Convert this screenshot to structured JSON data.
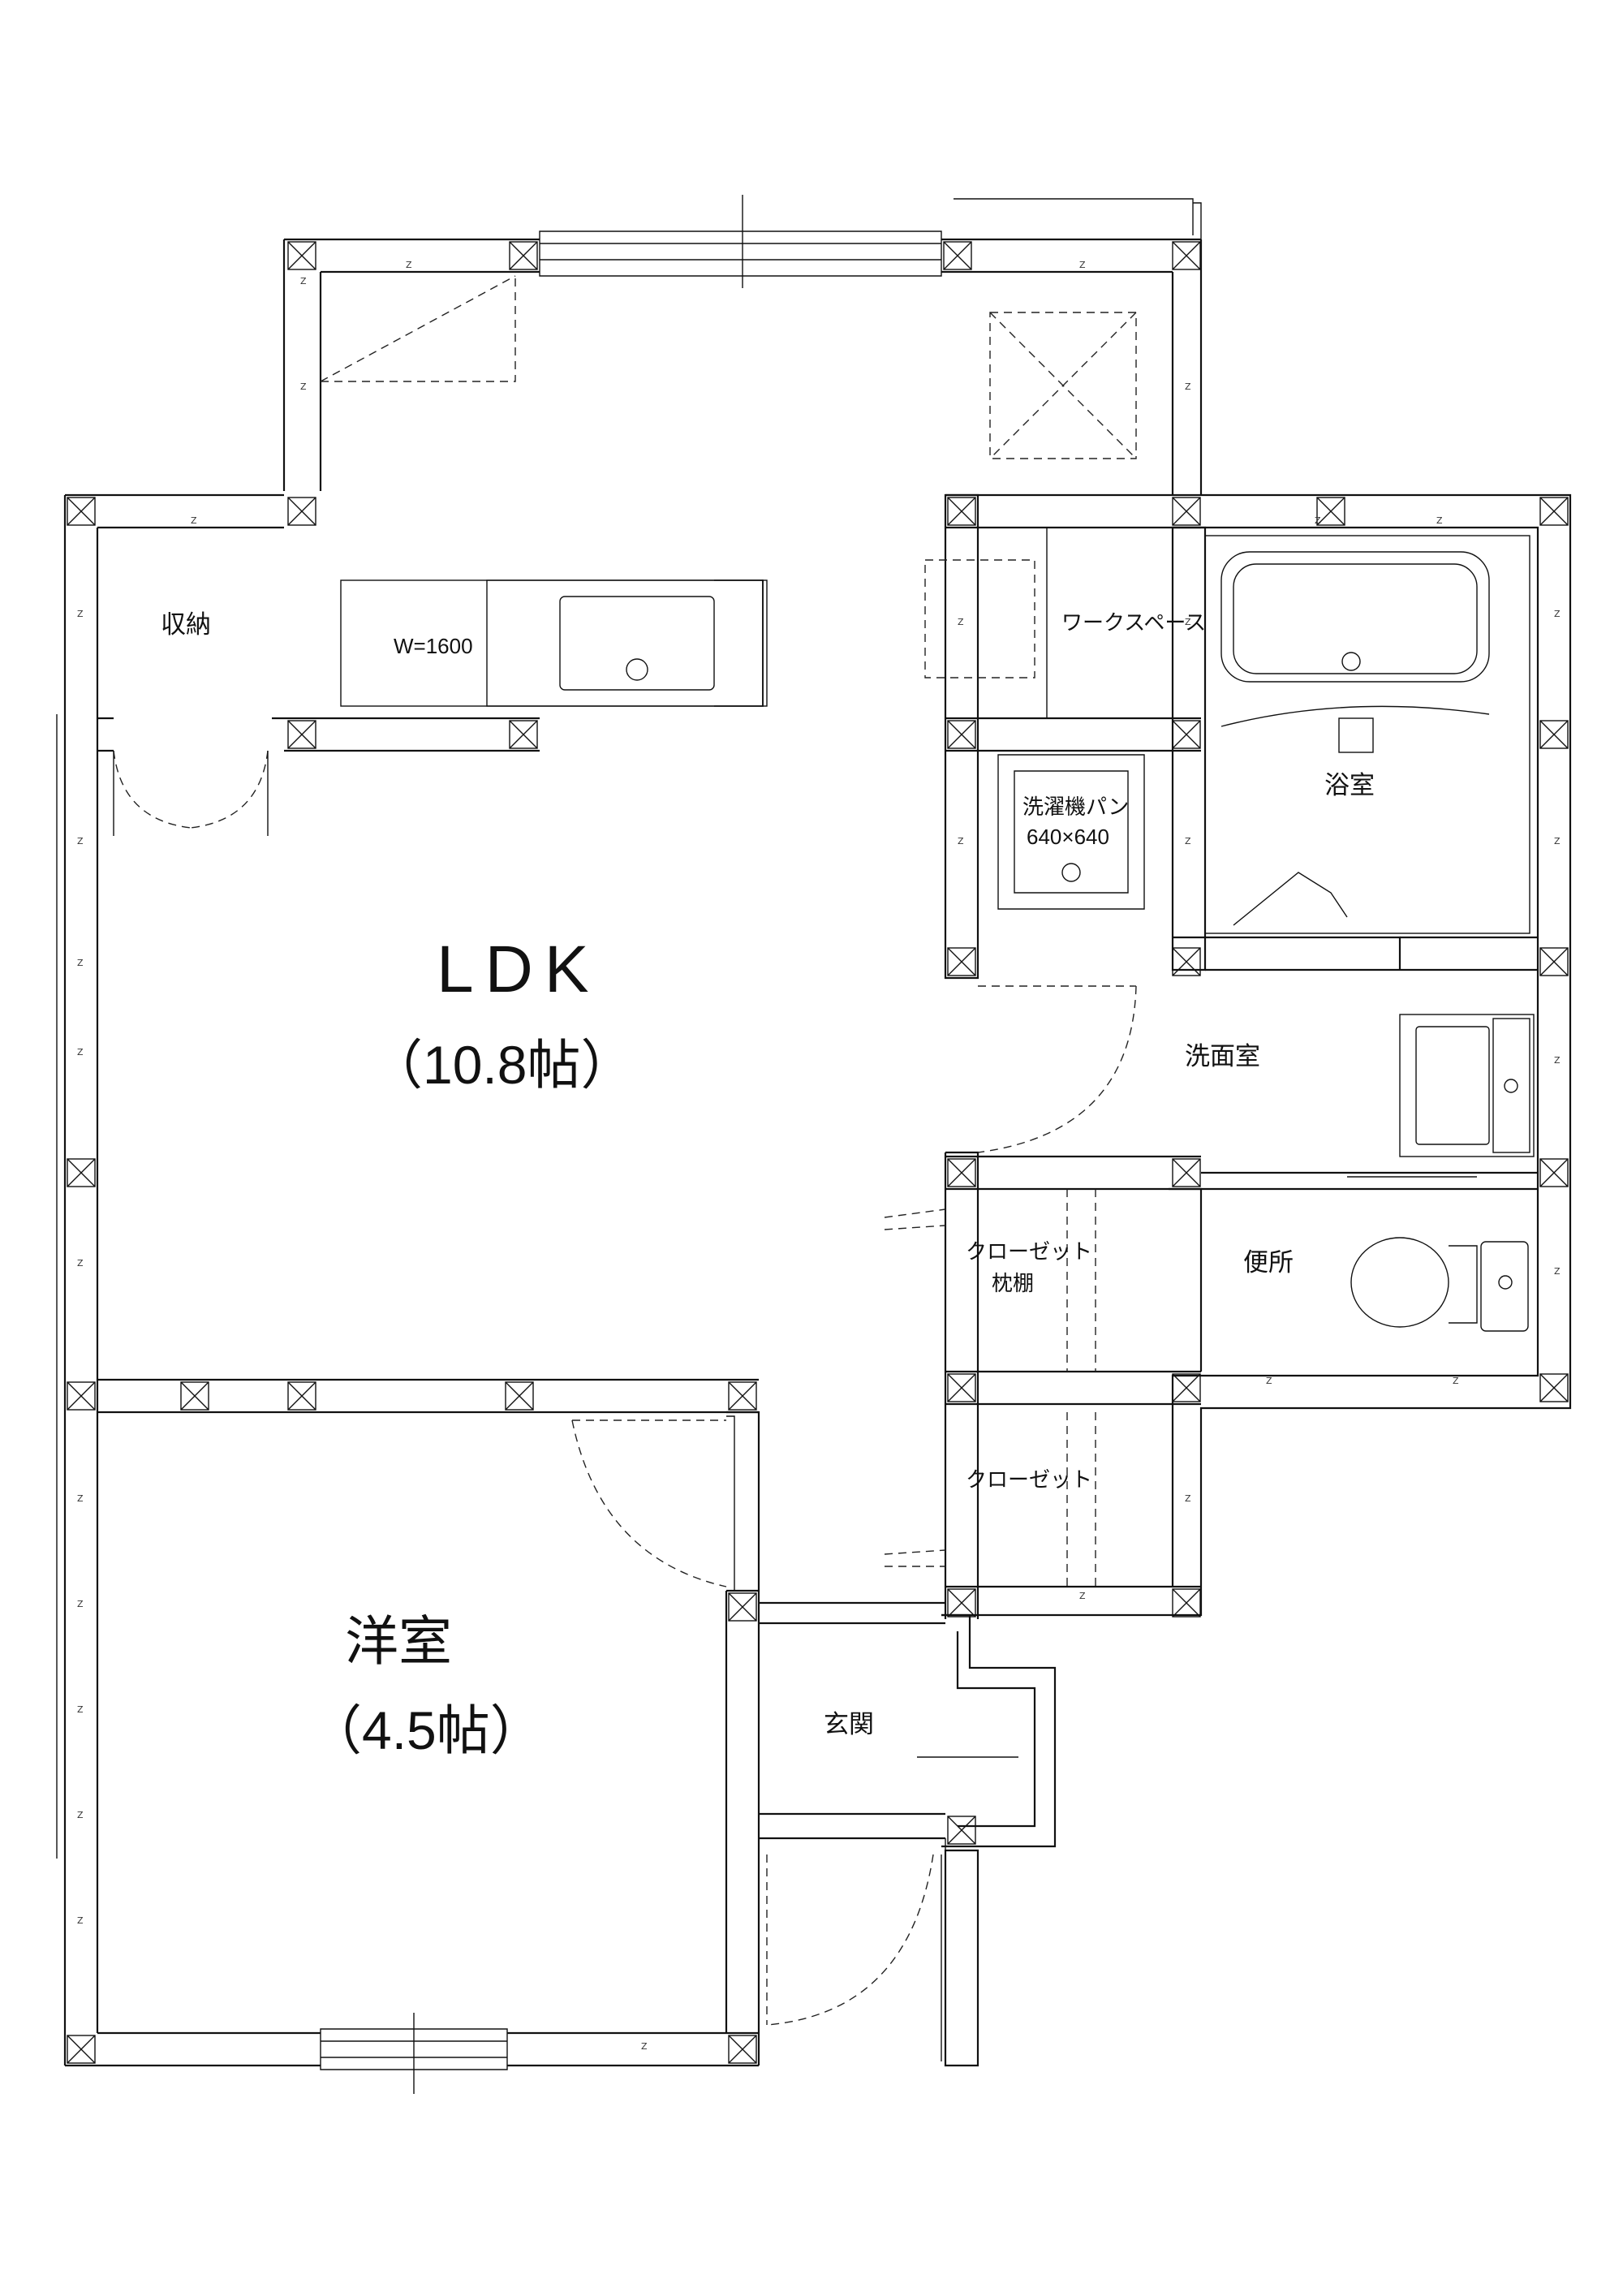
{
  "rooms": {
    "ldk": {
      "name": "LDK",
      "size": "（10.8帖）"
    },
    "western_room": {
      "name": "洋室",
      "size": "（4.5帖）"
    },
    "storage": "収納",
    "kitchen_width": "W=1600",
    "work_space": "ワークスペース",
    "bathroom": "浴室",
    "washer_pan": {
      "name": "洗濯機パン",
      "size": "640×640"
    },
    "washroom": "洗面室",
    "closet_shelf": {
      "name": "クローゼット",
      "sub": "枕棚"
    },
    "closet": "クローゼット",
    "toilet": "便所",
    "entrance": "玄関"
  },
  "stud_mark": "Z",
  "colors": {
    "line": "#111111",
    "background": "#ffffff"
  }
}
